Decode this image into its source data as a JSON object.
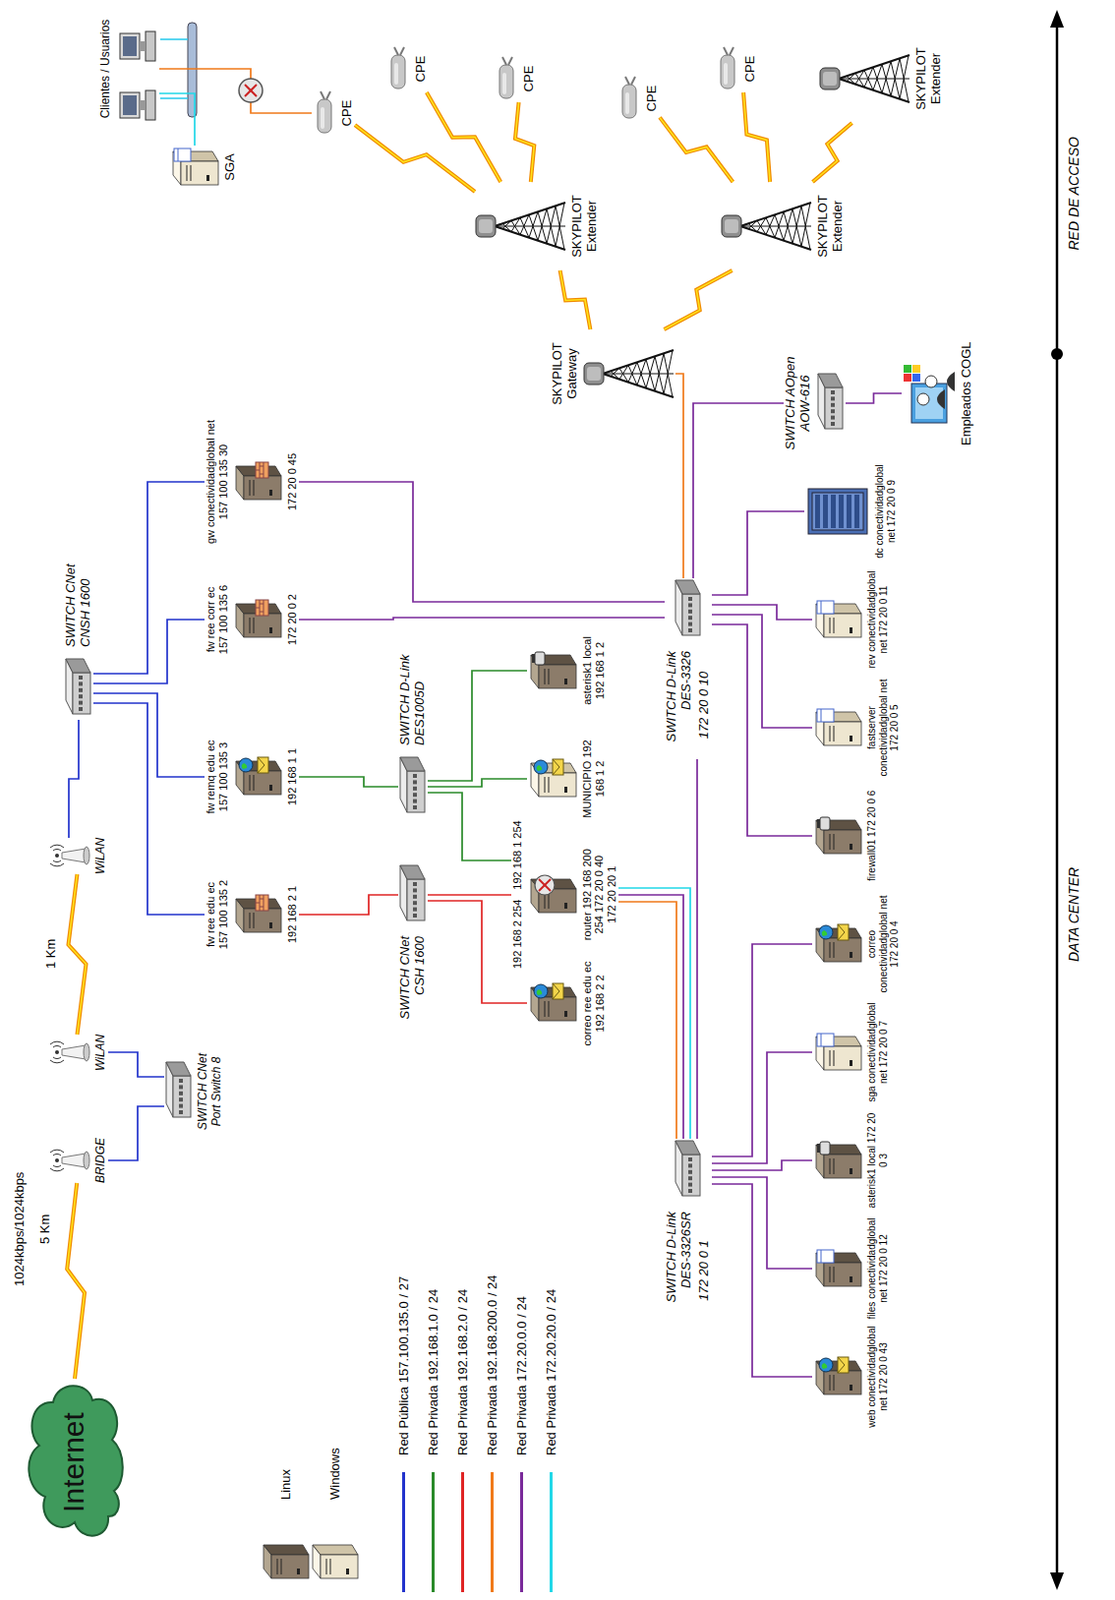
{
  "diagram": {
    "nodes": [
      {
        "text": [
          "Internet"
        ]
      },
      {
        "text": [
          "BRIDGE"
        ]
      },
      {
        "text": [
          "SWITCH CNet Port Switch 8"
        ]
      },
      {
        "text": [
          "WiLAN"
        ]
      },
      {
        "text": [
          "WiLAN"
        ]
      },
      {
        "text": [
          "SWITCH CNet CNSH 1600"
        ]
      },
      {
        "text": [
          "fw ree edu ec 157 100 135 2",
          "192 168 2 1"
        ]
      },
      {
        "text": [
          "fw remq edu ec 157 100 135 3",
          "192 168 1 1"
        ]
      },
      {
        "text": [
          "fw ree corr ec 157 100 135 6",
          "172 20 0 2"
        ]
      },
      {
        "text": [
          "gw conectividadglobal net 157 100 135 30",
          "172 20 0 45"
        ]
      },
      {
        "text": [
          "SWITCH CNet CSH 1600"
        ]
      },
      {
        "text": [
          "SWITCH D-Link DES1005D"
        ]
      },
      {
        "text": [
          "correo ree edu ec 192 168 2 2"
        ]
      },
      {
        "text": [
          "192 168 2 254",
          "192 168 1 254",
          "router 192 168 200 254 172 20 0 40 172 20 20 1"
        ]
      },
      {
        "text": [
          "MUNICIPIO 192 168 1 2"
        ]
      },
      {
        "text": [
          "asterisk1 local 192 168 1 2"
        ]
      },
      {
        "text": [
          "SWITCH D-Link DES-3326SR",
          "172 20 0 1"
        ]
      },
      {
        "text": [
          "SWITCH D-Link DES-3326",
          "172 20 0 10"
        ]
      },
      {
        "text": [
          "web conectividadglobal net 172 20 0 43"
        ]
      },
      {
        "text": [
          "files conectividadglobal net 172 20 0 12"
        ]
      },
      {
        "text": [
          "asterisk1 local 172 20 0 3"
        ]
      },
      {
        "text": [
          "sga conectividadglobal net 172 20 0 7"
        ]
      },
      {
        "text": [
          "correo conectividadglobal net 172 20 0 4"
        ]
      },
      {
        "text": [
          "firewall01 172 20 0 6"
        ]
      },
      {
        "text": [
          "fastserver conectividadglobal net 172 20 0 5"
        ]
      },
      {
        "text": [
          "rev conectividadglobal net 172 20 0 11"
        ]
      },
      {
        "text": [
          "dc conectividadglobal net 172 20 0 9"
        ]
      },
      {
        "text": [
          "SWITCH AOpen AOW-616"
        ]
      },
      {
        "text": [
          "Empleados COGL"
        ]
      },
      {
        "text": [
          "SKYPILOT Gateway"
        ]
      },
      {
        "text": [
          "SKYPILOT Extender"
        ]
      },
      {
        "text": [
          "SKYPILOT Extender"
        ]
      },
      {
        "text": [
          "SKYPILOT Extender"
        ]
      },
      {
        "text": [
          "CPE"
        ]
      },
      {
        "text": [
          "CPE"
        ]
      },
      {
        "text": [
          "CPE"
        ]
      },
      {
        "text": [
          "CPE"
        ]
      },
      {
        "text": [
          "CPE"
        ]
      },
      {
        "text": [
          "Clientes / Usuarios"
        ]
      },
      {
        "text": [
          "SGA"
        ]
      }
    ],
    "edges": [
      {
        "from": 0,
        "to": 1,
        "arrow": "none"
      },
      {
        "from": 1,
        "to": 2,
        "arrow": "none"
      },
      {
        "from": 2,
        "to": 3,
        "arrow": "none"
      },
      {
        "from": 3,
        "to": 4,
        "arrow": "none"
      },
      {
        "from": 4,
        "to": 5,
        "arrow": "none"
      },
      {
        "from": 5,
        "to": 6,
        "arrow": "none"
      },
      {
        "from": 5,
        "to": 7,
        "arrow": "none"
      },
      {
        "from": 5,
        "to": 8,
        "arrow": "none"
      },
      {
        "from": 5,
        "to": 9,
        "arrow": "none"
      },
      {
        "from": 6,
        "to": 10,
        "arrow": "none"
      },
      {
        "from": 10,
        "to": 12,
        "arrow": "none"
      },
      {
        "from": 10,
        "to": 13,
        "arrow": "none"
      },
      {
        "from": 7,
        "to": 11,
        "arrow": "none"
      },
      {
        "from": 11,
        "to": 14,
        "arrow": "none"
      },
      {
        "from": 11,
        "to": 15,
        "arrow": "none"
      },
      {
        "from": 11,
        "to": 13,
        "arrow": "none"
      },
      {
        "from": 13,
        "to": 16,
        "arrow": "none"
      },
      {
        "from": 13,
        "to": 16,
        "arrow": "none"
      },
      {
        "from": 13,
        "to": 16,
        "arrow": "none"
      },
      {
        "from": 16,
        "to": 17,
        "arrow": "none"
      },
      {
        "from": 8,
        "to": 17,
        "arrow": "none"
      },
      {
        "from": 9,
        "to": 17,
        "arrow": "none"
      },
      {
        "from": 16,
        "to": 18,
        "arrow": "none"
      },
      {
        "from": 16,
        "to": 19,
        "arrow": "none"
      },
      {
        "from": 16,
        "to": 20,
        "arrow": "none"
      },
      {
        "from": 16,
        "to": 21,
        "arrow": "none"
      },
      {
        "from": 16,
        "to": 22,
        "arrow": "none"
      },
      {
        "from": 17,
        "to": 23,
        "arrow": "none"
      },
      {
        "from": 17,
        "to": 24,
        "arrow": "none"
      },
      {
        "from": 17,
        "to": 25,
        "arrow": "none"
      },
      {
        "from": 17,
        "to": 26,
        "arrow": "none"
      },
      {
        "from": 17,
        "to": 27,
        "arrow": "none"
      },
      {
        "from": 27,
        "to": 28,
        "arrow": "none"
      },
      {
        "from": 17,
        "to": 29,
        "arrow": "none"
      },
      {
        "from": 29,
        "to": 30,
        "arrow": "none"
      },
      {
        "from": 29,
        "to": 31,
        "arrow": "none"
      },
      {
        "from": 30,
        "to": 33,
        "arrow": "none"
      },
      {
        "from": 30,
        "to": 34,
        "arrow": "none"
      },
      {
        "from": 30,
        "to": 35,
        "arrow": "none"
      },
      {
        "from": 31,
        "to": 36,
        "arrow": "none"
      },
      {
        "from": 31,
        "to": 37,
        "arrow": "none"
      },
      {
        "from": 31,
        "to": 32,
        "arrow": "none"
      },
      {
        "from": 33,
        "to": 38,
        "arrow": "none"
      },
      {
        "from": 39,
        "to": 38,
        "arrow": "none"
      }
    ],
    "labels": [
      "1024kbps/1024kbps",
      "5 Km",
      "1 Km",
      "RED DE ACCESO",
      "DATA CENTER"
    ],
    "legend": [
      {
        "text": "Linux"
      },
      {
        "text": "Windows"
      },
      {
        "text": "Red Pública 157.100.135.0 / 27",
        "color": "#2233cc"
      },
      {
        "text": "Red Privada 192.168.1.0 / 24",
        "color": "#2a8a2a"
      },
      {
        "text": "Red Privada 192.168.2.0 / 24",
        "color": "#e02424"
      },
      {
        "text": "Red Privada 192.168.200.0 / 24",
        "color": "#f07a1a"
      },
      {
        "text": "Red Privada 172.20.0.0 / 24",
        "color": "#7a2a9a"
      },
      {
        "text": "Red Privada 172.20.20.0 / 24",
        "color": "#22d8e8"
      }
    ]
  }
}
